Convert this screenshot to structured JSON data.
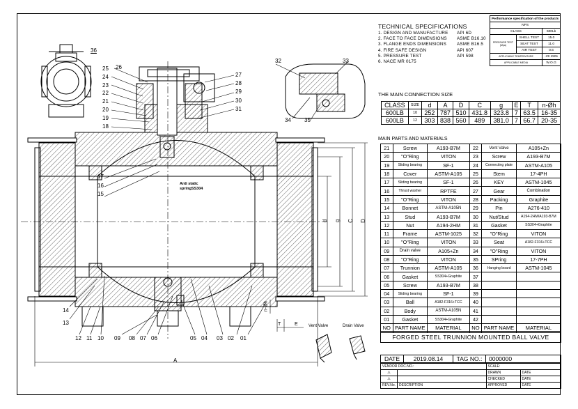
{
  "tech_specs": {
    "title": "TECHNICAL SPECIFICATIONS",
    "items": [
      {
        "label": "1. DESIGN AND MANUFACTURE",
        "value": "API 6D"
      },
      {
        "label": "2. FACE TO FACE DIMENSIONS",
        "value": "ASME B16.10"
      },
      {
        "label": "3. FLANGE ENDS DIMENSIONS",
        "value": "ASME B16.5"
      },
      {
        "label": "4. FIRE SAFE DESIGN",
        "value": "API 607"
      },
      {
        "label": "5. PRESSURE TEST",
        "value": "API 598"
      },
      {
        "label": "6. NACE MR 0175",
        "value": ""
      }
    ]
  },
  "performance": {
    "title": "Performance specification of the products",
    "nps": "NPS",
    "class_label": "CLASS",
    "class_value": "600Lb",
    "pressure_test_label": "PRESSURE TEST",
    "unit": "(Mpa)",
    "shell_label": "SHELL TEST",
    "shell_value": "15.0",
    "seat_label": "SEAT TEST",
    "seat_value": "11.0",
    "air_label": "AIR TEST",
    "air_value": "0.6",
    "temp_label": "APPLICABLE TEMPERATURE",
    "temp_value": "-29 150s",
    "media_label": "APPLICABLE MEDIA",
    "media_value": "W.O.G"
  },
  "connection": {
    "title": "THE MAIN CONNECTION SIZE",
    "headers": [
      "CLASS",
      "SIZE",
      "d",
      "A",
      "D",
      "C",
      "g",
      "E",
      "T",
      "n-Øh"
    ],
    "rows": [
      [
        "600LB",
        "10",
        "252",
        "787",
        "510",
        "431.8",
        "323.8",
        "7",
        "63.5",
        "16-35"
      ],
      [
        "600LB",
        "12",
        "303",
        "838",
        "560",
        "489",
        "381.0",
        "7",
        "66.7",
        "20-35"
      ]
    ]
  },
  "parts": {
    "title": "MAIN PARTS AND MATERIALS",
    "rows": [
      {
        "l": [
          "21",
          "Screw",
          "A193-B7M"
        ],
        "r": [
          "22",
          "Vent Valve",
          "A105+Zn"
        ]
      },
      {
        "l": [
          "20",
          "\"O\"Ring",
          "VITON"
        ],
        "r": [
          "23",
          "Screw",
          "A193-B7M"
        ]
      },
      {
        "l": [
          "19",
          "Sliding bearing",
          "SF-1"
        ],
        "r": [
          "24",
          "Connecting plate",
          "ASTM-A105"
        ]
      },
      {
        "l": [
          "18",
          "Cover",
          "ASTM-A105"
        ],
        "r": [
          "25",
          "Stem",
          "17-4PH"
        ]
      },
      {
        "l": [
          "17",
          "Sliding bearing",
          "SF-1"
        ],
        "r": [
          "26",
          "KEY",
          "ASTM-1045"
        ]
      },
      {
        "l": [
          "16",
          "Thrust washer",
          "RPTFE"
        ],
        "r": [
          "27",
          "Gear",
          "Combination"
        ]
      },
      {
        "l": [
          "15",
          "\"O\"Ring",
          "VITON"
        ],
        "r": [
          "28",
          "Packing",
          "Graphite"
        ]
      },
      {
        "l": [
          "14",
          "Bonnet",
          "ASTM-A105N"
        ],
        "r": [
          "29",
          "Pin",
          "A276-410"
        ]
      },
      {
        "l": [
          "13",
          "Stud",
          "A193-B7M"
        ],
        "r": [
          "30",
          "Nut/Stud",
          "A194-2HM/A193-B7M"
        ]
      },
      {
        "l": [
          "12",
          "Nut",
          "A194-2HM"
        ],
        "r": [
          "31",
          "Gasket",
          "SS304+Graphite"
        ]
      },
      {
        "l": [
          "11",
          "Frame",
          "ASTM-1025"
        ],
        "r": [
          "32",
          "\"O\"Ring",
          "VITON"
        ]
      },
      {
        "l": [
          "10",
          "\"O\"Ring",
          "VITON"
        ],
        "r": [
          "33",
          "Seat",
          "A182-F316+TCC"
        ]
      },
      {
        "l": [
          "09",
          "Drain valve",
          "A105+Zn"
        ],
        "r": [
          "34",
          "\"O\"Ring",
          "VITON"
        ]
      },
      {
        "l": [
          "08",
          "\"O\"Ring",
          "VITON"
        ],
        "r": [
          "35",
          "SPring",
          "17-7PH"
        ]
      },
      {
        "l": [
          "07",
          "Trunnion",
          "ASTM-A105"
        ],
        "r": [
          "36",
          "Hanging board",
          "ASTM-1045"
        ]
      },
      {
        "l": [
          "06",
          "Gasket",
          "SS304+Graphite"
        ],
        "r": [
          "37",
          "",
          ""
        ]
      },
      {
        "l": [
          "05",
          "Screw",
          "A193-B7M"
        ],
        "r": [
          "38",
          "",
          ""
        ]
      },
      {
        "l": [
          "04",
          "Sliding bearing",
          "SF-1"
        ],
        "r": [
          "39",
          "",
          ""
        ]
      },
      {
        "l": [
          "03",
          "Ball",
          "A182-F316+TCC"
        ],
        "r": [
          "40",
          "",
          ""
        ]
      },
      {
        "l": [
          "02",
          "Body",
          "ASTM-A105N"
        ],
        "r": [
          "41",
          "",
          ""
        ]
      },
      {
        "l": [
          "01",
          "Gasket",
          "SS304+Graphite"
        ],
        "r": [
          "42",
          "",
          ""
        ]
      }
    ],
    "footer": [
      "NO",
      "PART NAME",
      "MATERIAL",
      "NO",
      "PART NAME",
      "MATERIAL"
    ]
  },
  "title_block": {
    "main_title": "FORGED STEEL TRUNNION MOUNTED BALL VALVE",
    "date_label": "DATE",
    "date_value": "2019.08.14",
    "tag_label": "TAG NO.:",
    "tag_value": "0000000",
    "vendor_label": "VENDOR DOC.NO.:",
    "scale_label": "SCALE:",
    "drawn_label": "DRAWN",
    "checked_label": "CHECKED",
    "approved_label": "APPROVED",
    "date_col": "DATE",
    "rev_label": "REV.No.",
    "desc_label": "DESCRIPTION"
  },
  "drawing": {
    "callouts_top_left": [
      "25",
      "24",
      "23",
      "22",
      "21",
      "20",
      "19",
      "18",
      "17",
      "16",
      "15"
    ],
    "callout_26": "26",
    "callout_36": "36",
    "callouts_right": [
      "27",
      "28",
      "29",
      "30",
      "31"
    ],
    "callouts_bottom": [
      "12",
      "11",
      "10",
      "09",
      "08",
      "07",
      "06",
      "05",
      "04",
      "03",
      "02",
      "01"
    ],
    "callout_14": "14",
    "callout_13": "13",
    "detail_callouts": [
      "32",
      "33",
      "34",
      "35"
    ],
    "anti_static": [
      "Anti static",
      "springSS304"
    ],
    "dim_letters": {
      "A": "A",
      "d": "d",
      "g": "g",
      "C": "C",
      "D": "D",
      "T": "T",
      "E": "E",
      "nh": "n-Øh"
    },
    "vent_valve": "Vent Valve",
    "drain_valve": "Drain Valve"
  }
}
